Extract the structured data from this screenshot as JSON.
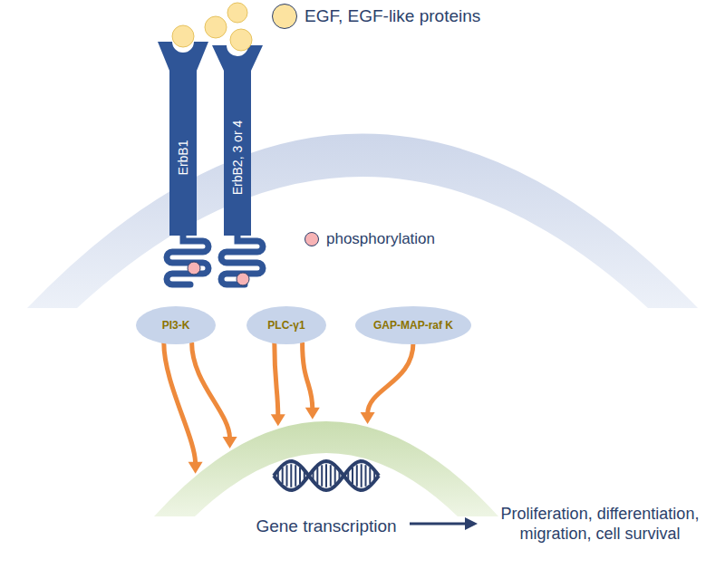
{
  "diagram": {
    "nodes": [
      {
        "text": [
          "ErbB1"
        ]
      },
      {
        "text": [
          "ErbB2, 3 or 4"
        ]
      },
      {
        "text": [
          "PI3-K"
        ]
      },
      {
        "text": [
          "PLC-γ1"
        ]
      },
      {
        "text": [
          "GAP-MAP-raf K"
        ]
      },
      {
        "text": [
          "Gene transcription"
        ]
      }
    ],
    "edges": [
      {
        "from": 2,
        "to": 5,
        "arrow": "to"
      },
      {
        "from": 2,
        "to": 5,
        "arrow": "to"
      },
      {
        "from": 3,
        "to": 5,
        "arrow": "to"
      },
      {
        "from": 3,
        "to": 5,
        "arrow": "to"
      },
      {
        "from": 4,
        "to": 5,
        "arrow": "to"
      }
    ],
    "labels": [
      "Proliferation, differentiation, migration, cell survival"
    ],
    "legend": [
      {
        "text": "EGF, EGF-like proteins",
        "color": "#fce3a0"
      },
      {
        "text": "phosphorylation",
        "color": "#f7b3b5"
      }
    ]
  }
}
